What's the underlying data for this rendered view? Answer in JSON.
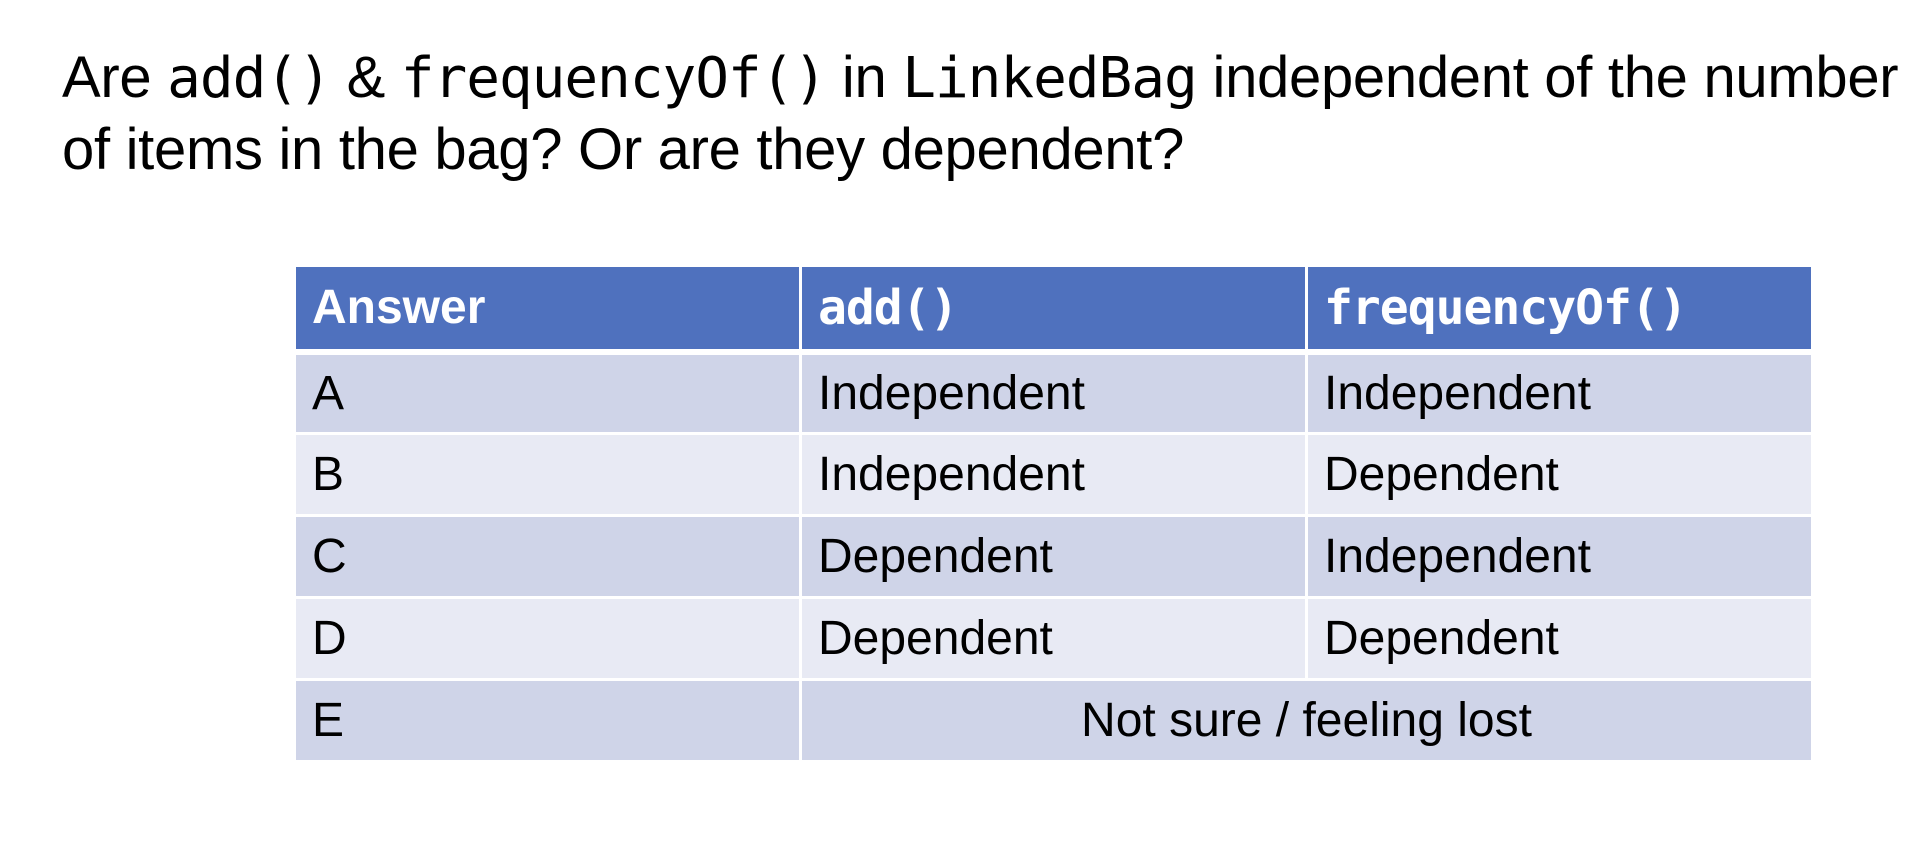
{
  "question": {
    "part1": "Are ",
    "code1": "add()",
    "part2": " & ",
    "code2": "frequencyOf()",
    "part3": " in ",
    "code3": "LinkedBag",
    "part4": " independent of the number of items in the bag? Or are they dependent?"
  },
  "table": {
    "headers": [
      "Answer",
      "add()",
      "frequencyOf()"
    ],
    "rows": [
      [
        "A",
        "Independent",
        "Independent"
      ],
      [
        "B",
        "Independent",
        "Dependent"
      ],
      [
        "C",
        "Dependent",
        "Independent"
      ],
      [
        "D",
        "Dependent",
        "Dependent"
      ]
    ],
    "last_row": {
      "answer": "E",
      "merged_text": "Not sure / feeling lost"
    }
  },
  "colors": {
    "header_bg": "#4f71be",
    "row_odd_bg": "#cfd4e8",
    "row_even_bg": "#e8eaf4"
  }
}
